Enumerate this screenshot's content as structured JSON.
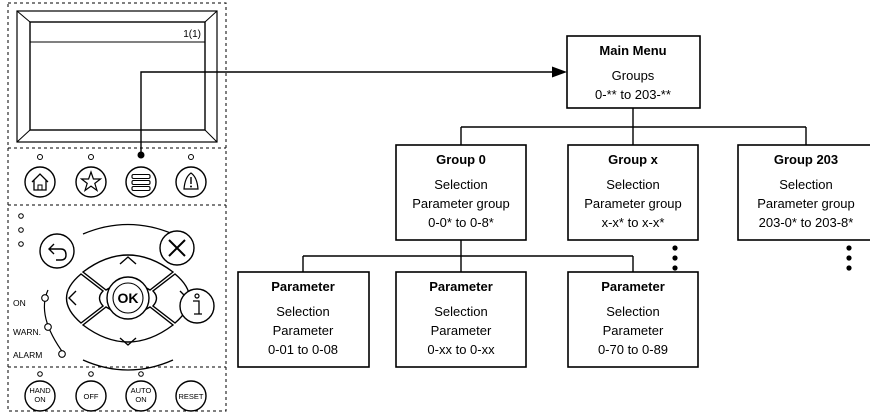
{
  "panel": {
    "screen_indicator": "1(1)",
    "led_labels": {
      "on": "ON",
      "warn": "WARN.",
      "alarm": "ALARM"
    },
    "ok_label": "OK",
    "bottom_buttons": {
      "hand_on": [
        "HAND",
        "ON"
      ],
      "off": "OFF",
      "auto_on": [
        "AUTO",
        "ON"
      ],
      "reset": "RESET"
    }
  },
  "menu": {
    "main": {
      "title": "Main Menu",
      "lines": [
        "Groups",
        "0-** to 203-**"
      ]
    },
    "groups": [
      {
        "title": "Group 0",
        "lines": [
          "Selection",
          "Parameter group",
          "0-0* to 0-8*"
        ]
      },
      {
        "title": "Group x",
        "lines": [
          "Selection",
          "Parameter group",
          "x-x* to x-x*"
        ]
      },
      {
        "title": "Group 203",
        "lines": [
          "Selection",
          "Parameter group",
          "203-0* to 203-8*"
        ]
      }
    ],
    "parameters": [
      {
        "title": "Parameter",
        "lines": [
          "Selection",
          "Parameter",
          "0-01 to 0-08"
        ]
      },
      {
        "title": "Parameter",
        "lines": [
          "Selection",
          "Parameter",
          "0-xx to 0-xx"
        ]
      },
      {
        "title": "Parameter",
        "lines": [
          "Selection",
          "Parameter",
          "0-70 to 0-89"
        ]
      }
    ]
  }
}
